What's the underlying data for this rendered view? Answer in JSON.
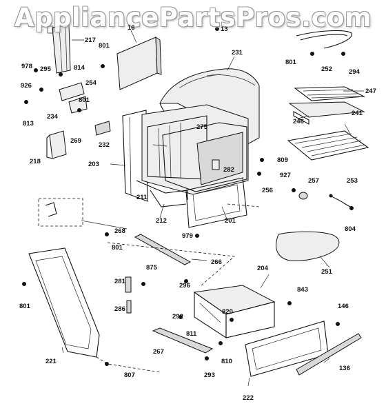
{
  "watermark": "AppliancePartsPros.com",
  "labels": [
    {
      "id": "217",
      "text": "217"
    },
    {
      "id": "16",
      "text": "16"
    },
    {
      "id": "13",
      "text": "13"
    },
    {
      "id": "801a",
      "text": "801"
    },
    {
      "id": "231",
      "text": "231"
    },
    {
      "id": "801b",
      "text": "801"
    },
    {
      "id": "252",
      "text": "252"
    },
    {
      "id": "294",
      "text": "294"
    },
    {
      "id": "978",
      "text": "978"
    },
    {
      "id": "295",
      "text": "295"
    },
    {
      "id": "814",
      "text": "814"
    },
    {
      "id": "926",
      "text": "926"
    },
    {
      "id": "254",
      "text": "254"
    },
    {
      "id": "247",
      "text": "247"
    },
    {
      "id": "813",
      "text": "813"
    },
    {
      "id": "234",
      "text": "234"
    },
    {
      "id": "801c",
      "text": "801"
    },
    {
      "id": "246",
      "text": "246"
    },
    {
      "id": "241",
      "text": "241"
    },
    {
      "id": "275",
      "text": "275"
    },
    {
      "id": "269",
      "text": "269"
    },
    {
      "id": "232",
      "text": "232"
    },
    {
      "id": "218",
      "text": "218"
    },
    {
      "id": "809",
      "text": "809"
    },
    {
      "id": "203",
      "text": "203"
    },
    {
      "id": "282",
      "text": "282"
    },
    {
      "id": "927",
      "text": "927"
    },
    {
      "id": "257",
      "text": "257"
    },
    {
      "id": "253",
      "text": "253"
    },
    {
      "id": "256",
      "text": "256"
    },
    {
      "id": "211",
      "text": "211"
    },
    {
      "id": "212",
      "text": "212"
    },
    {
      "id": "201",
      "text": "201"
    },
    {
      "id": "804",
      "text": "804"
    },
    {
      "id": "268",
      "text": "268"
    },
    {
      "id": "979",
      "text": "979"
    },
    {
      "id": "801d",
      "text": "801"
    },
    {
      "id": "266",
      "text": "266"
    },
    {
      "id": "251",
      "text": "251"
    },
    {
      "id": "875",
      "text": "875"
    },
    {
      "id": "204",
      "text": "204"
    },
    {
      "id": "281",
      "text": "281"
    },
    {
      "id": "296",
      "text": "296"
    },
    {
      "id": "843",
      "text": "843"
    },
    {
      "id": "801e",
      "text": "801"
    },
    {
      "id": "146",
      "text": "146"
    },
    {
      "id": "286",
      "text": "286"
    },
    {
      "id": "292",
      "text": "292"
    },
    {
      "id": "820",
      "text": "820"
    },
    {
      "id": "811",
      "text": "811"
    },
    {
      "id": "267",
      "text": "267"
    },
    {
      "id": "810",
      "text": "810"
    },
    {
      "id": "221",
      "text": "221"
    },
    {
      "id": "136",
      "text": "136"
    },
    {
      "id": "807",
      "text": "807"
    },
    {
      "id": "293",
      "text": "293"
    },
    {
      "id": "222",
      "text": "222"
    }
  ]
}
